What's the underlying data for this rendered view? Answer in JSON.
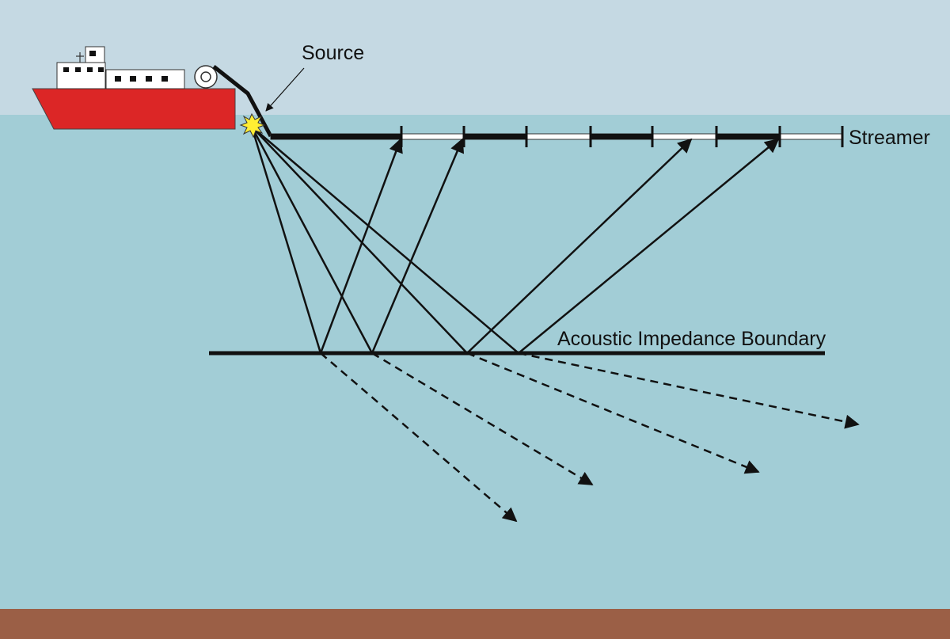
{
  "labels": {
    "source": "Source",
    "streamer": "Streamer",
    "boundary": "Acoustic Impedance Boundary"
  },
  "colors": {
    "sky": "#c5d9e3",
    "water": "#a2cdd6",
    "seabed": "#9b5f46",
    "hull": "#dc2626",
    "cabin": "#ffffff",
    "line": "#111111",
    "spark": "#ffee33"
  },
  "icons": {
    "ship": "survey-vessel",
    "source": "airgun-burst-icon",
    "reel": "cable-reel-icon"
  }
}
